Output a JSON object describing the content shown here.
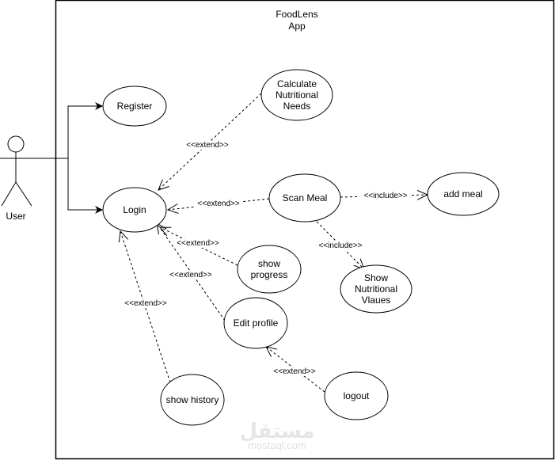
{
  "system": {
    "title_lines": [
      "FoodLens",
      "App"
    ]
  },
  "actor": {
    "label": "User"
  },
  "use_cases": [
    {
      "id": "register",
      "lines": [
        "Register"
      ]
    },
    {
      "id": "calc",
      "lines": [
        "Calculate",
        "Nutritional",
        "Needs"
      ]
    },
    {
      "id": "login",
      "lines": [
        "Login"
      ]
    },
    {
      "id": "scan",
      "lines": [
        "Scan Meal"
      ]
    },
    {
      "id": "addmeal",
      "lines": [
        "add meal"
      ]
    },
    {
      "id": "progress",
      "lines": [
        "show",
        "progress"
      ]
    },
    {
      "id": "nutvalues",
      "lines": [
        "Show",
        "Nutritional",
        "Vlaues"
      ]
    },
    {
      "id": "editprofile",
      "lines": [
        "Edit profile"
      ]
    },
    {
      "id": "history",
      "lines": [
        "show history"
      ]
    },
    {
      "id": "logout",
      "lines": [
        "logout"
      ]
    }
  ],
  "relations": [
    {
      "from": "calc",
      "to": "login",
      "label": "<<extend>>"
    },
    {
      "from": "scan",
      "to": "login",
      "label": "<<extend>>"
    },
    {
      "from": "scan",
      "to": "addmeal",
      "label": "<<include>>"
    },
    {
      "from": "scan",
      "to": "nutvalues",
      "label": "<<include>>"
    },
    {
      "from": "progress",
      "to": "login",
      "label": "<<extend>>"
    },
    {
      "from": "editprofile",
      "to": "login",
      "label": "<<extend>>"
    },
    {
      "from": "history",
      "to": "login",
      "label": "<<extend>>"
    },
    {
      "from": "logout",
      "to": "editprofile",
      "label": "<<extend>>"
    }
  ],
  "associations": [
    {
      "from": "actor",
      "to": "register"
    },
    {
      "from": "actor",
      "to": "login"
    }
  ],
  "watermark": {
    "arabic": "مستقل",
    "latin": "mostaql.com"
  }
}
